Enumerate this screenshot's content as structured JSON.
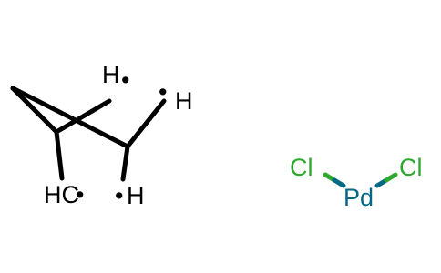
{
  "molecule": {
    "atoms": {
      "ch_upper_left": "H",
      "ch_upper_right": "H",
      "ch_lower_left": "HC",
      "ch_lower_right": "H",
      "chlorine_left": "Cl",
      "palladium": "Pd",
      "chlorine_right": "Cl"
    },
    "radicals": {
      "upper_left": "•",
      "upper_right": "•",
      "lower_left": "•",
      "lower_right": "•"
    }
  },
  "colors": {
    "bond": "#000000",
    "carbon_label": "#000000",
    "chlorine": "#2fa82f",
    "palladium": "#006a84"
  }
}
